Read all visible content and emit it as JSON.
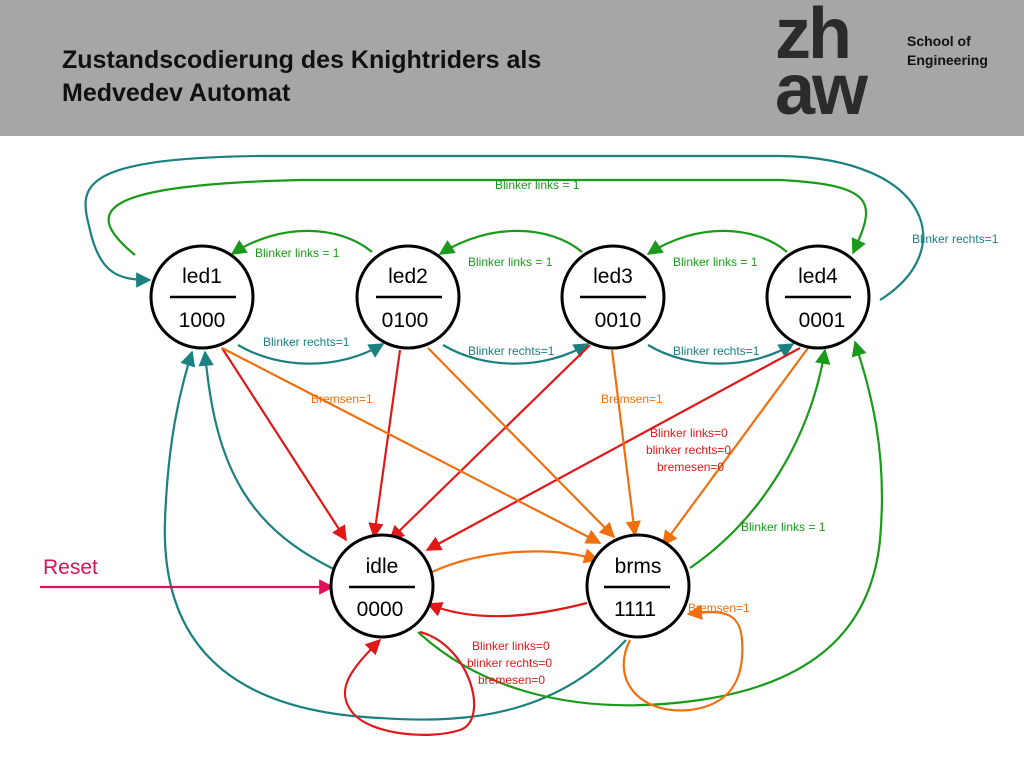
{
  "header": {
    "title_line1": "Zustandscodierung des Knightriders als",
    "title_line2": "Medvedev Automat",
    "logo_line1": "zh",
    "logo_line2": "aw",
    "school_line1": "School of",
    "school_line2": "Engineering"
  },
  "colors": {
    "header_bg": "#a6a6a6",
    "green": "#1a9a1a",
    "teal": "#1a8080",
    "orange": "#f07010",
    "red": "#e01818",
    "reset": "#e0105a"
  },
  "states": [
    {
      "id": "led1",
      "name": "led1",
      "code": "1000"
    },
    {
      "id": "led2",
      "name": "led2",
      "code": "0100"
    },
    {
      "id": "led3",
      "name": "led3",
      "code": "0010"
    },
    {
      "id": "led4",
      "name": "led4",
      "code": "0001"
    },
    {
      "id": "idle",
      "name": "idle",
      "code": "0000"
    },
    {
      "id": "brms",
      "name": "brms",
      "code": "1111"
    }
  ],
  "labels": {
    "blinker_links_top": "Blinker links = 1",
    "blinker_rechts_right": "Blinker rechts=1",
    "bl_led2_led1": "Blinker links = 1",
    "bl_led3_led2": "Blinker links = 1",
    "bl_led4_led3": "Blinker links = 1",
    "br_led1_led2": "Blinker rechts=1",
    "br_led2_led3": "Blinker rechts=1",
    "br_led3_led4": "Blinker rechts=1",
    "bremsen_left": "Bremsen=1",
    "bremsen_mid": "Bremsen=1",
    "all0_a_1": "Blinker links=0",
    "all0_a_2": "blinker rechts=0",
    "all0_a_3": "bremesen=0",
    "bl_brms_led4": "Blinker links = 1",
    "bremsen_brms_self": "Bremsen=1",
    "all0_b_1": "Blinker links=0",
    "all0_b_2": "blinker rechts=0",
    "all0_b_3": "bremesen=0",
    "reset": "Reset"
  }
}
